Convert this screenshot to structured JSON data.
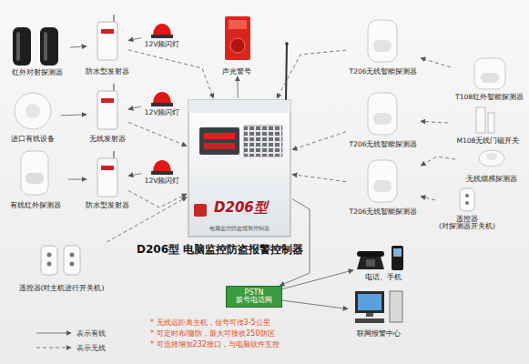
{
  "diagram": {
    "title": "D206型 电脑监控防盗报警控制器",
    "nodes": [
      {
        "text": [
          "红外对射探测器"
        ]
      },
      {
        "text": [
          "防水型发射器"
        ]
      },
      {
        "text": [
          "12V频闪灯"
        ]
      },
      {
        "text": [
          "声光警号"
        ]
      },
      {
        "text": [
          "T206无线智能探测器"
        ]
      },
      {
        "text": [
          "T108红外智能探测器"
        ]
      },
      {
        "text": [
          "进口有线设备"
        ]
      },
      {
        "text": [
          "无线发射器"
        ]
      },
      {
        "text": [
          "12V频闪灯"
        ]
      },
      {
        "text": [
          "T206无线智能探测器"
        ]
      },
      {
        "text": [
          "M108无线门磁开关"
        ]
      },
      {
        "text": [
          "D206型",
          "电脑监控防盗报警控制器"
        ]
      },
      {
        "text": [
          "有线红外探测器"
        ]
      },
      {
        "text": [
          "防水型发射器"
        ]
      },
      {
        "text": [
          "12V频闪灯"
        ]
      },
      {
        "text": [
          "无线烟感探测器"
        ]
      },
      {
        "text": [
          "T206无线智能探测器"
        ]
      },
      {
        "text": [
          "遥控器 (对探测器开关机)"
        ]
      },
      {
        "text": [
          "遥控器(对主机进行开关机)"
        ]
      },
      {
        "text": [
          "PSTN 拨号电话网"
        ]
      },
      {
        "text": [
          "电话、手机"
        ]
      },
      {
        "text": [
          "联网报警中心"
        ]
      }
    ],
    "edges": [
      {
        "from": 0,
        "to": 1,
        "arrow": "to"
      },
      {
        "from": 2,
        "to": 1,
        "arrow": "to"
      },
      {
        "from": 1,
        "to": 11,
        "arrow": "to"
      },
      {
        "from": 6,
        "to": 7,
        "arrow": "to"
      },
      {
        "from": 8,
        "to": 7,
        "arrow": "to"
      },
      {
        "from": 7,
        "to": 11,
        "arrow": "to"
      },
      {
        "from": 12,
        "to": 13,
        "arrow": "to"
      },
      {
        "from": 14,
        "to": 13,
        "arrow": "to"
      },
      {
        "from": 13,
        "to": 11,
        "arrow": "to"
      },
      {
        "from": 11,
        "to": 3,
        "arrow": "to"
      },
      {
        "from": 4,
        "to": 11,
        "arrow": "to"
      },
      {
        "from": 9,
        "to": 11,
        "arrow": "to"
      },
      {
        "from": 16,
        "to": 11,
        "arrow": "to"
      },
      {
        "from": 5,
        "to": 4,
        "arrow": "to"
      },
      {
        "from": 10,
        "to": 9,
        "arrow": "to"
      },
      {
        "from": 15,
        "to": 16,
        "arrow": "to"
      },
      {
        "from": 17,
        "to": 16,
        "arrow": "to"
      },
      {
        "from": 18,
        "to": 11,
        "arrow": "to"
      },
      {
        "from": 11,
        "to": 19,
        "arrow": "to"
      },
      {
        "from": 19,
        "to": 20,
        "arrow": "to"
      },
      {
        "from": 19,
        "to": 21,
        "arrow": "to"
      }
    ],
    "labels": [
      "* 无线远距离主机，信号可传3-5公里",
      "* 可定时布/撤防，最大可接收250防区",
      "* 可选择增加232接口，与电脑软件互控"
    ],
    "legend": [
      {
        "text": "表示有线"
      },
      {
        "text": "表示无线"
      }
    ]
  }
}
